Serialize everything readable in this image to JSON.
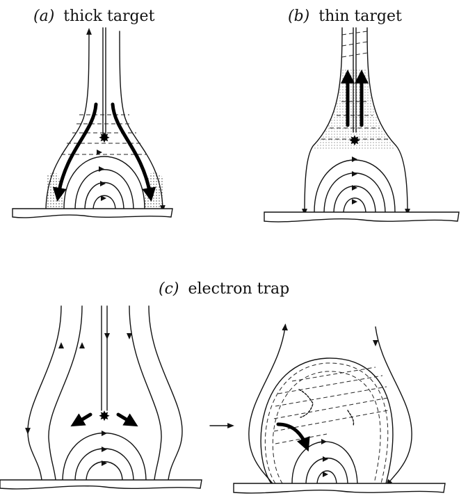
{
  "panels": {
    "a": {
      "label": "(a)",
      "title": "thick target"
    },
    "b": {
      "label": "(b)",
      "title": "thin target"
    },
    "c": {
      "label": "(c)",
      "title": "electron trap"
    }
  }
}
